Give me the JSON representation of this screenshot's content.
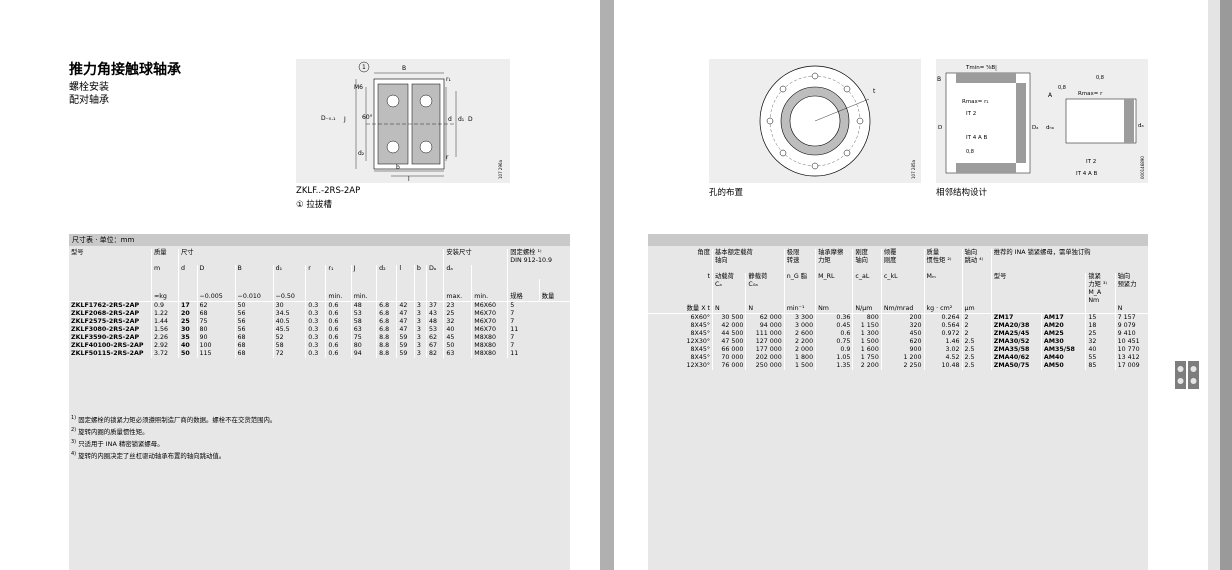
{
  "left": {
    "title": "推力角接触球轴承",
    "subtitle1": "螺栓安装",
    "subtitle2": "配对轴承",
    "fig_caption": "ZKLF..-2RS-2AP",
    "fig_caption2": "① 拉拔槽",
    "fig_labels": {
      "b": "B",
      "m6": "M6",
      "d01": "D₋₀.₁",
      "j": "J",
      "a60": "60°",
      "d2": "d₂",
      "d": "d",
      "d1": "d₁",
      "dd": "D",
      "r1": "r₁",
      "r": "r",
      "b_small": "b",
      "l": "l",
      "code": "107 296a",
      "one": "1"
    },
    "table_title": "尺寸表 · 单位：mm",
    "head1": {
      "type": "型号",
      "mass": "质量",
      "dims": "尺寸",
      "mount": "安装尺寸",
      "bolt": "固定螺栓 ¹⁾",
      "bolt_std": "DIN 912-10.9"
    },
    "head2": [
      "m",
      "d",
      "D",
      "B",
      "d₁",
      "r",
      "r₁",
      "J",
      "d₂",
      "l",
      "b",
      "Dₐ",
      "dₐ"
    ],
    "head3": [
      "≈kg",
      "",
      "−0.005",
      "−0.010",
      "−0.50",
      "",
      "min.",
      "min.",
      "",
      "",
      "",
      "",
      "max.",
      "min.",
      "规格",
      "数量"
    ],
    "rows": [
      [
        "ZKLF1762-2RS-2AP",
        "0.9",
        "17",
        "62",
        "50",
        "30",
        "0.3",
        "0.6",
        "48",
        "6.8",
        "42",
        "3",
        "37",
        "23",
        "M6X60",
        "5"
      ],
      [
        "ZKLF2068-2RS-2AP",
        "1.22",
        "20",
        "68",
        "56",
        "34.5",
        "0.3",
        "0.6",
        "53",
        "6.8",
        "47",
        "3",
        "43",
        "25",
        "M6X70",
        "7"
      ],
      [
        "ZKLF2575-2RS-2AP",
        "1.44",
        "25",
        "75",
        "56",
        "40.5",
        "0.3",
        "0.6",
        "58",
        "6.8",
        "47",
        "3",
        "48",
        "32",
        "M6X70",
        "7"
      ],
      [
        "ZKLF3080-2RS-2AP",
        "1.56",
        "30",
        "80",
        "56",
        "45.5",
        "0.3",
        "0.6",
        "63",
        "6.8",
        "47",
        "3",
        "53",
        "40",
        "M6X70",
        "11"
      ],
      [
        "ZKLF3590-2RS-2AP",
        "2.26",
        "35",
        "90",
        "68",
        "52",
        "0.3",
        "0.6",
        "75",
        "8.8",
        "59",
        "3",
        "62",
        "45",
        "M8X80",
        "7"
      ],
      [
        "ZKLF40100-2RS-2AP",
        "2.92",
        "40",
        "100",
        "68",
        "58",
        "0.3",
        "0.6",
        "80",
        "8.8",
        "59",
        "3",
        "67",
        "50",
        "M8X80",
        "7"
      ],
      [
        "ZKLF50115-2RS-2AP",
        "3.72",
        "50",
        "115",
        "68",
        "72",
        "0.3",
        "0.6",
        "94",
        "8.8",
        "59",
        "3",
        "82",
        "63",
        "M8X80",
        "11"
      ]
    ],
    "notes": [
      {
        "n": "1)",
        "t": "固定螺栓的锁紧力矩必须遵照制造厂商的数据。螺栓不在交货范围内。"
      },
      {
        "n": "2)",
        "t": "旋转内圈的质量惯性矩。"
      },
      {
        "n": "3)",
        "t": "只适用于 INA 精密锁紧螺母。"
      },
      {
        "n": "4)",
        "t": "旋转的内圈决定了丝杠驱动轴承布置的轴向跳动值。"
      }
    ]
  },
  "right": {
    "fig1_caption": "孔的布置",
    "fig2_caption": "相邻结构设计",
    "fig_labels": {
      "t": "t",
      "code1": "107 285a",
      "tmin": "Tmin= ⁵⁄₈B",
      "rmax_r1": "Rmax= r₁",
      "rmax_r": "Rmax= r",
      "v08": "0,8",
      "v08b": "0,8",
      "v08c": "0,8",
      "dd": "D",
      "da": "Dₐ",
      "dha": "dₕₐ",
      "dsmall": "dₐ",
      "it2": "IT 2",
      "it4ab": "IT 4 A B",
      "a": "A",
      "b": "B",
      "code2": "000146890"
    },
    "head1": {
      "angle": "角度",
      "load": "基本额定载荷",
      "load2": "轴向",
      "speed": "极限",
      "speed2": "转速",
      "fric": "轴承摩擦",
      "fric2": "力矩",
      "stiff": "刚度",
      "stiff2": "轴向",
      "tilt": "倾覆",
      "tilt2": "刚度",
      "inert": "质量",
      "inert2": "惯性矩 ²⁾",
      "run": "轴向",
      "run2": "跳动 ⁴⁾",
      "nut": "推荐的 INA 锁紧螺母，需单独订购"
    },
    "head2": {
      "t": "t",
      "dyn": "动载荷",
      "dyn2": "Cₐ",
      "stat": "静载荷",
      "stat2": "C₀ₐ",
      "ng": "n_G 脂",
      "mrl": "M_RL",
      "cal": "c_aL",
      "ckl": "c_kL",
      "mm": "Mₘ",
      "model": "型号",
      "torque": "锁紧",
      "torque2": "力矩 ³⁾",
      "torque3": "M_A",
      "torque4": "Nm",
      "force": "轴向",
      "force2": "预紧力"
    },
    "head3": [
      "数量 X t",
      "N",
      "N",
      "min⁻¹",
      "Nm",
      "N/μm",
      "Nm/mrad",
      "kg · cm²",
      "μm",
      "",
      "",
      "",
      "N"
    ],
    "rows": [
      [
        "6X60°",
        "30 500",
        "62 000",
        "3 300",
        "0.36",
        "800",
        "200",
        "0.264",
        "2",
        "ZM17",
        "AM17",
        "15",
        "7 157"
      ],
      [
        "8X45°",
        "42 000",
        "94 000",
        "3 000",
        "0.45",
        "1 150",
        "320",
        "0.564",
        "2",
        "ZMA20/38",
        "AM20",
        "18",
        "9 079"
      ],
      [
        "8X45°",
        "44 500",
        "111 000",
        "2 600",
        "0.6",
        "1 300",
        "450",
        "0.972",
        "2",
        "ZMA25/45",
        "AM25",
        "25",
        "9 410"
      ],
      [
        "12X30°",
        "47 500",
        "127 000",
        "2 200",
        "0.75",
        "1 500",
        "620",
        "1.46",
        "2.5",
        "ZMA30/52",
        "AM30",
        "32",
        "10 451"
      ],
      [
        "8X45°",
        "66 000",
        "177 000",
        "2 000",
        "0.9",
        "1 600",
        "900",
        "3.02",
        "2.5",
        "ZMA35/58",
        "AM35/58",
        "40",
        "10 770"
      ],
      [
        "8X45°",
        "70 000",
        "202 000",
        "1 800",
        "1.05",
        "1 750",
        "1 200",
        "4.52",
        "2.5",
        "ZMA40/62",
        "AM40",
        "55",
        "13 412"
      ],
      [
        "12X30°",
        "76 000",
        "250 000",
        "1 500",
        "1.35",
        "2 200",
        "2 250",
        "10.48",
        "2.5",
        "ZMA50/75",
        "AM50",
        "85",
        "17 009"
      ]
    ]
  }
}
